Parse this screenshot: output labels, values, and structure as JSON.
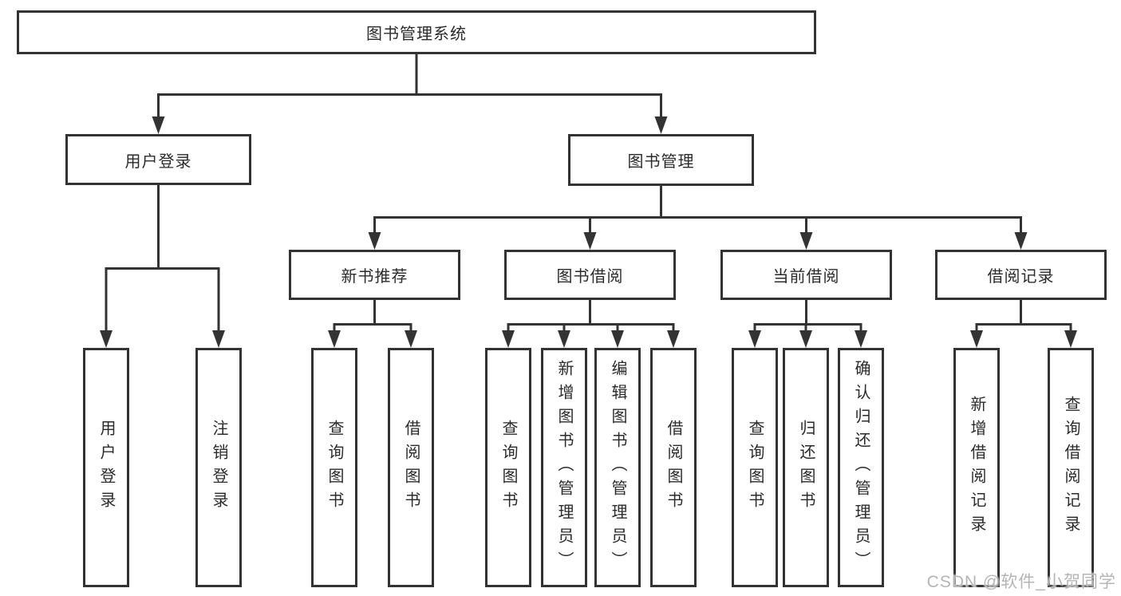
{
  "tree": {
    "label": "图书管理系统",
    "children": [
      {
        "label": "用户登录",
        "children": [
          {
            "label": "用户登录"
          },
          {
            "label": "注销登录"
          }
        ]
      },
      {
        "label": "图书管理",
        "children": [
          {
            "label": "新书推荐",
            "children": [
              {
                "label": "查询图书"
              },
              {
                "label": "借阅图书"
              }
            ]
          },
          {
            "label": "图书借阅",
            "children": [
              {
                "label": "查询图书"
              },
              {
                "label": "新增图书（管理员）"
              },
              {
                "label": "编辑图书（管理员）"
              },
              {
                "label": "借阅图书"
              }
            ]
          },
          {
            "label": "当前借阅",
            "children": [
              {
                "label": "查询图书"
              },
              {
                "label": "归还图书"
              },
              {
                "label": "确认归还（管理员）"
              }
            ]
          },
          {
            "label": "借阅记录",
            "children": [
              {
                "label": "新增借阅记录"
              },
              {
                "label": "查询借阅记录"
              }
            ]
          }
        ]
      }
    ]
  },
  "watermark": {
    "text": "CSDN @软件_小贺同学"
  },
  "colors": {
    "line": "#333333",
    "text": "#2b2b2b",
    "background": "#ffffff",
    "watermark": "#b5b5b5"
  }
}
